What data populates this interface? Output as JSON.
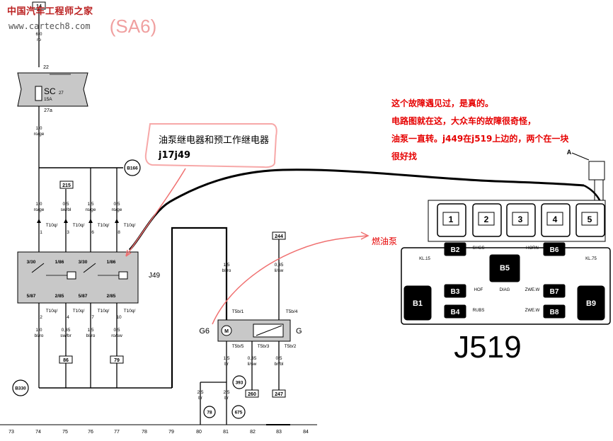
{
  "watermark": {
    "site_cn": "中国汽车工程师之家",
    "url": "www.cartech8.com",
    "scribble": "(SA6)"
  },
  "notes": {
    "line1": "这个故障遇见过，是真的。",
    "line2": "电路图就在这，大众车的故障很奇怪，",
    "line3": "油泵一直转。j449在j519上边的，两个在一块",
    "line4": "很好找"
  },
  "callout": {
    "title": "油泵继电器和预工作继电器",
    "codes": "j17j49"
  },
  "fuel_pump_label": "燃油泵",
  "big_label": "J519",
  "schematic": {
    "top_box": "14",
    "top_wire": [
      "6,0",
      "ro"
    ],
    "fuse_pin_top": "22",
    "fuse_name": "SC",
    "fuse_sub": "27",
    "fuse_rating": "15A",
    "fuse_pin_bottom": "27a",
    "main_wire": [
      "1,0",
      "ro/ge"
    ],
    "b166": "B166",
    "ref_215": "215",
    "upper_wires": [
      [
        "1,0",
        "ro/ge"
      ],
      [
        "0,5",
        "sw/bl"
      ],
      [
        "1,5",
        "ro/ge"
      ],
      [
        "0,5",
        "ro/ge"
      ]
    ],
    "upper_pins": [
      [
        "T10q/",
        "1"
      ],
      [
        "T10q/",
        "3"
      ],
      [
        "T10q/",
        "6"
      ],
      [
        "T10q/",
        "8"
      ]
    ],
    "relay_label": "J49",
    "relay_pins_top": [
      "3/30",
      "1/86",
      "3/30",
      "1/86"
    ],
    "relay_pins_bottom": [
      "5/87",
      "2/85",
      "5/87",
      "2/85"
    ],
    "lower_pins": [
      [
        "T10q/",
        "2"
      ],
      [
        "T10q/",
        "4"
      ],
      [
        "T10q/",
        "7"
      ],
      [
        "T10q/",
        "10"
      ]
    ],
    "lower_wires": [
      [
        "1,0",
        "bl/ro"
      ],
      [
        "0,35",
        "sw/br"
      ],
      [
        "1,5",
        "bl/ro"
      ],
      [
        "0,5",
        "ro/sw"
      ]
    ],
    "ref_86": "86",
    "ref_79": "79",
    "b330": "B330",
    "pump_wire_top": [
      "1,5",
      "bl/ro"
    ],
    "pump_pin_top": "T5b/1",
    "ref_244": "244",
    "sender_wire_top": [
      "0,35",
      "li/sw"
    ],
    "sender_pin_top": "T5b/4",
    "g6": "G6",
    "g6_symbol": "M",
    "g": "G",
    "pump_pins_bottom": [
      "T5b/5",
      "T5b/3",
      "T5b/2"
    ],
    "pump_wires_bottom": [
      [
        "1,5",
        "br"
      ],
      [
        "0,35",
        "li/sw"
      ],
      [
        "0,5",
        "br/bl"
      ]
    ],
    "ref_393": "393",
    "ref_260": "260",
    "ref_247": "247",
    "ground_wires": [
      [
        "2,5",
        "br"
      ],
      [
        "2,5",
        "br"
      ]
    ],
    "ground_refs": [
      "78",
      "675"
    ],
    "columns": [
      "73",
      "74",
      "75",
      "76",
      "77",
      "78",
      "79",
      "80",
      "81",
      "82",
      "83",
      "84"
    ]
  },
  "j519": {
    "callout_a": "A",
    "relay_slots": [
      "1",
      "2",
      "3",
      "4",
      "5"
    ],
    "fuse_slots": [
      "B1",
      "B2",
      "B3",
      "B4",
      "B5",
      "B6",
      "B7",
      "B8",
      "B9"
    ],
    "small_labels": [
      "KL.15",
      "SHGS",
      "HOF",
      "HORN",
      "KL.75",
      "DIAG",
      "ZWE.W",
      "RUBS",
      "ZWE.W"
    ]
  }
}
